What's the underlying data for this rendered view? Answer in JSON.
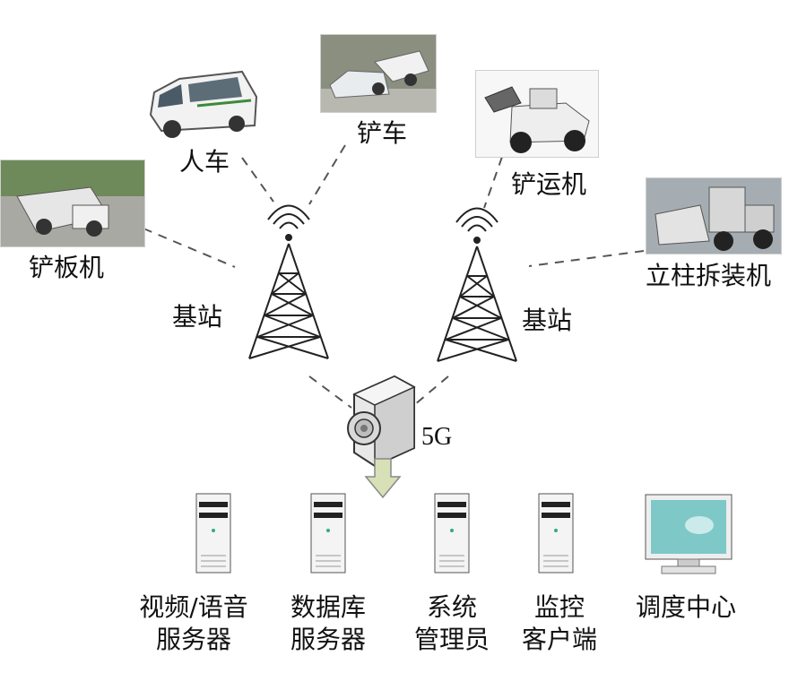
{
  "vehicles": {
    "car": "人车",
    "shovel_car": "铲车",
    "loader": "铲运机",
    "scraper": "铲板机",
    "pillar_machine": "立柱拆装机"
  },
  "stations": {
    "left": "基站",
    "right": "基站"
  },
  "network": {
    "label": "5G"
  },
  "endpoints": [
    {
      "line1": "视频/语音",
      "line2": "服务器"
    },
    {
      "line1": "数据库",
      "line2": "服务器"
    },
    {
      "line1": "系统",
      "line2": "管理员"
    },
    {
      "line1": "监控",
      "line2": "客户端"
    },
    {
      "line1": "调度中心",
      "line2": ""
    }
  ],
  "colors": {
    "line": "#555555",
    "arrow_fill": "#d8e0b8",
    "monitor_screen": "#7ec8c8"
  }
}
